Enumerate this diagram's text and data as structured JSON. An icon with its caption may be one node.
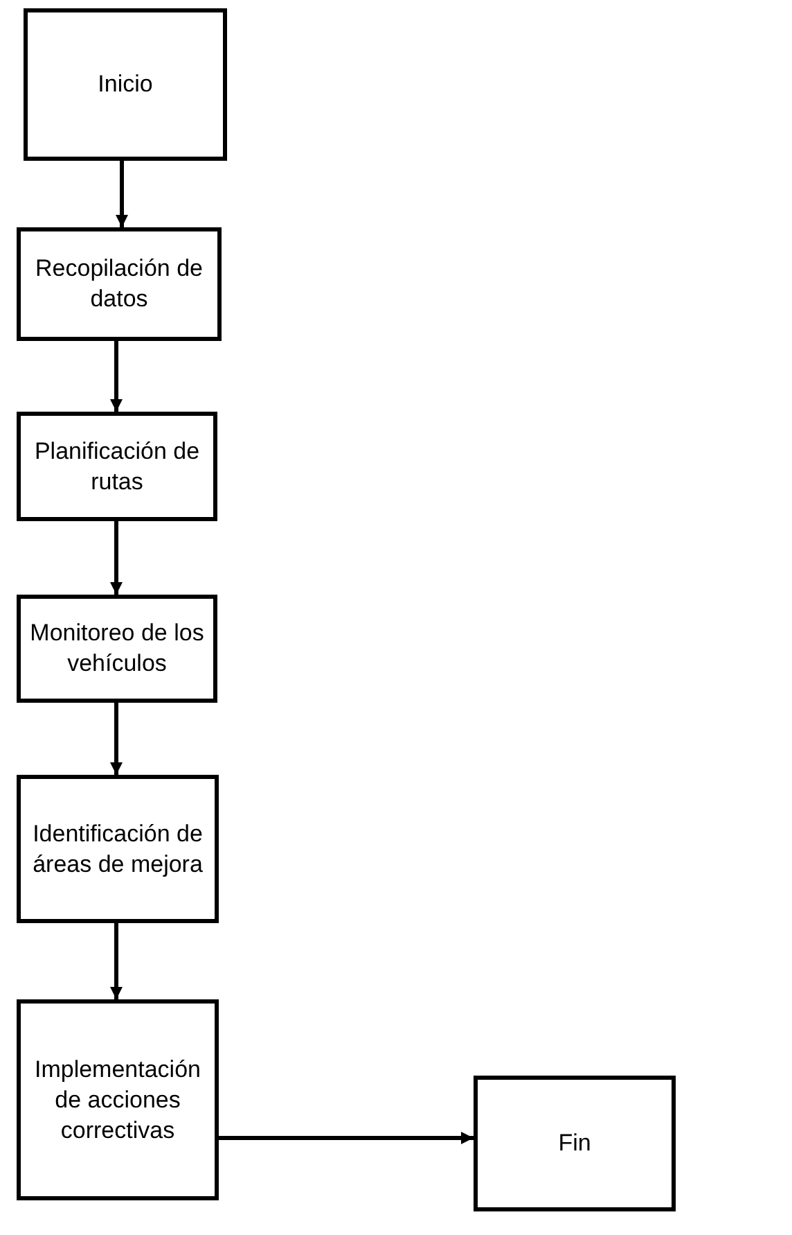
{
  "diagram": {
    "nodes": [
      {
        "text": [
          "Inicio"
        ]
      },
      {
        "text": [
          "Recopilación de datos"
        ]
      },
      {
        "text": [
          "Planificación de rutas"
        ]
      },
      {
        "text": [
          "Monitoreo de los vehículos"
        ]
      },
      {
        "text": [
          "Identificación de áreas de mejora"
        ]
      },
      {
        "text": [
          "Implementación de acciones correctivas"
        ]
      },
      {
        "text": [
          "Fin"
        ]
      }
    ],
    "edges": [
      {
        "from": 0,
        "to": 1,
        "arrow": "to"
      },
      {
        "from": 1,
        "to": 2,
        "arrow": "to"
      },
      {
        "from": 2,
        "to": 3,
        "arrow": "to"
      },
      {
        "from": 3,
        "to": 4,
        "arrow": "to"
      },
      {
        "from": 4,
        "to": 5,
        "arrow": "to"
      },
      {
        "from": 5,
        "to": 6,
        "arrow": "to"
      }
    ]
  }
}
